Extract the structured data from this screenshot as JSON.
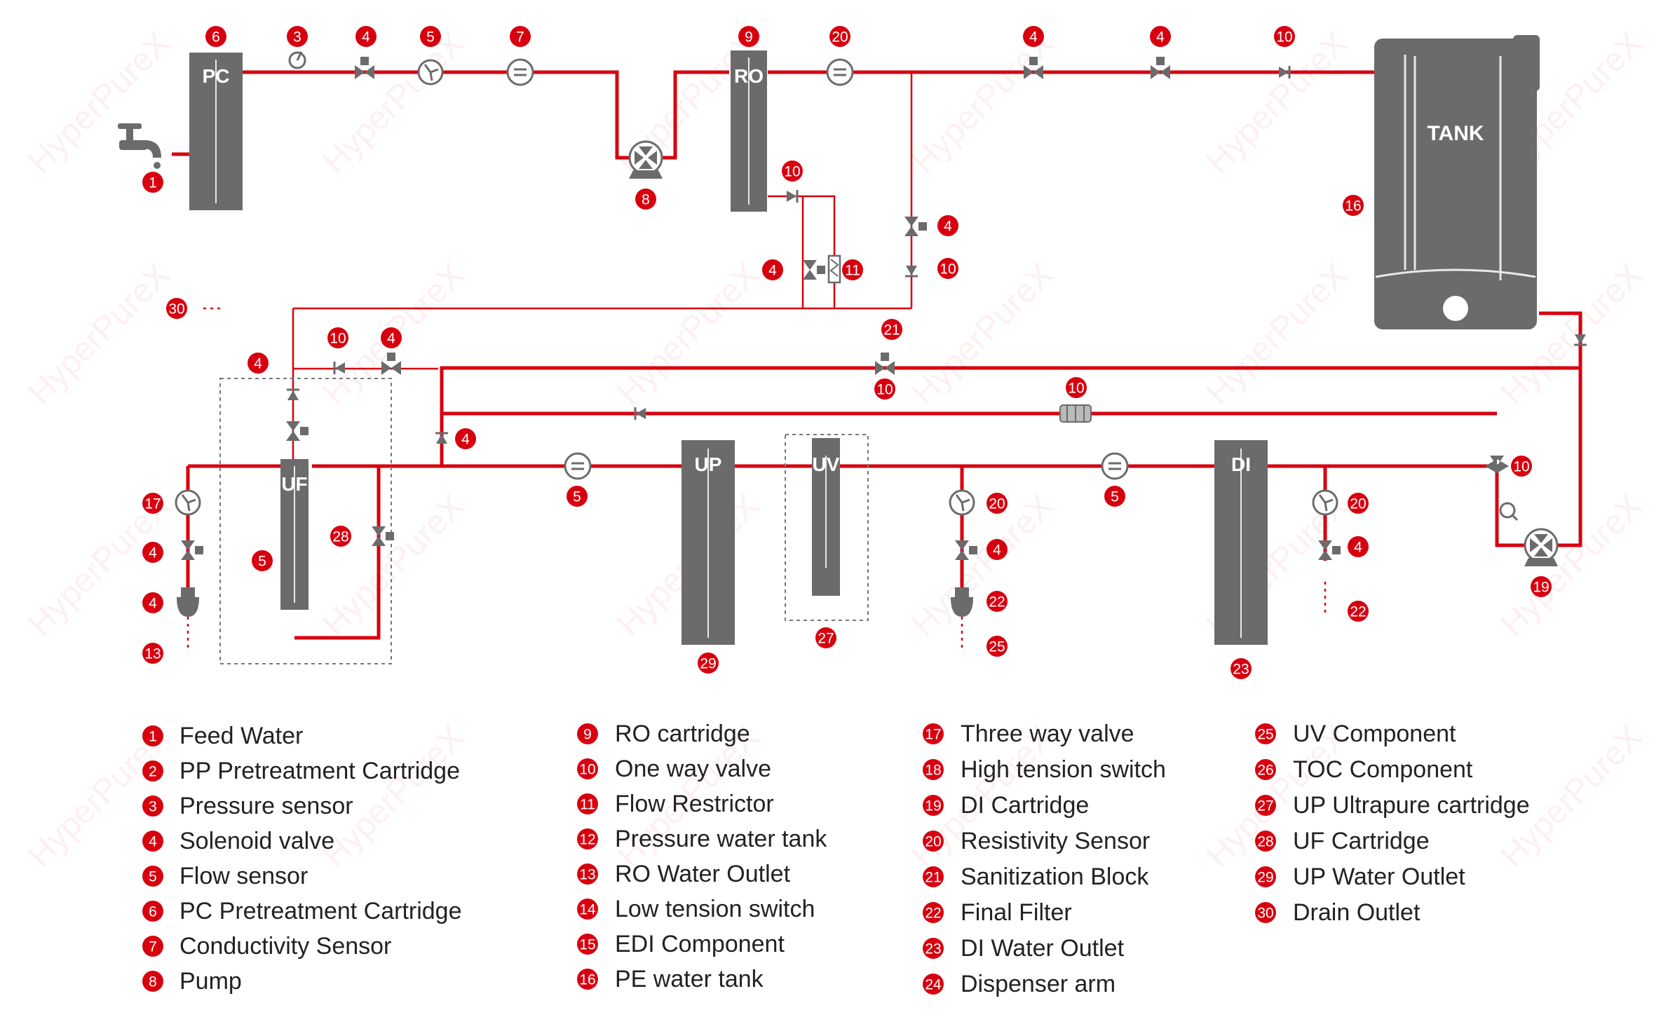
{
  "diagram": {
    "cartridges": {
      "pc": "PC",
      "ro": "RO",
      "uf": "UF",
      "up": "UP",
      "uv": "UV",
      "di": "DI"
    },
    "tank_label": "TANK",
    "watermark": "HyperPureX",
    "colors": {
      "pipe": "#d7000f",
      "component": "#6c6b6c",
      "badge": "#d7000f"
    },
    "badges": [
      "1",
      "6",
      "3",
      "4",
      "5",
      "7",
      "9",
      "20",
      "4",
      "4",
      "10",
      "8",
      "10",
      "4",
      "4",
      "11",
      "10",
      "16",
      "30",
      "10",
      "4",
      "10",
      "10",
      "4",
      "21",
      "4",
      "10",
      "17",
      "5",
      "20",
      "5",
      "20",
      "5",
      "4",
      "28",
      "4",
      "4",
      "4",
      "22",
      "22",
      "13",
      "29",
      "27",
      "25",
      "23",
      "19",
      "8"
    ]
  },
  "legend": [
    {
      "num": "1",
      "label": "Feed Water"
    },
    {
      "num": "2",
      "label": "PP Pretreatment Cartridge"
    },
    {
      "num": "3",
      "label": "Pressure sensor"
    },
    {
      "num": "4",
      "label": "Solenoid valve"
    },
    {
      "num": "5",
      "label": "Flow sensor"
    },
    {
      "num": "6",
      "label": "PC Pretreatment Cartridge"
    },
    {
      "num": "7",
      "label": "Conductivity Sensor"
    },
    {
      "num": "8",
      "label": "Pump"
    },
    {
      "num": "9",
      "label": "RO cartridge"
    },
    {
      "num": "10",
      "label": "One way valve"
    },
    {
      "num": "11",
      "label": "Flow Restrictor"
    },
    {
      "num": "12",
      "label": "Pressure water tank"
    },
    {
      "num": "13",
      "label": "RO Water Outlet"
    },
    {
      "num": "14",
      "label": "Low tension switch"
    },
    {
      "num": "15",
      "label": "EDI Component"
    },
    {
      "num": "16",
      "label": "PE water tank"
    },
    {
      "num": "17",
      "label": "Three way valve"
    },
    {
      "num": "18",
      "label": "High tension switch"
    },
    {
      "num": "19",
      "label": "DI Cartridge"
    },
    {
      "num": "20",
      "label": "Resistivity Sensor"
    },
    {
      "num": "21",
      "label": "Sanitization Block"
    },
    {
      "num": "22",
      "label": "Final Filter"
    },
    {
      "num": "23",
      "label": "DI Water Outlet"
    },
    {
      "num": "24",
      "label": "Dispenser arm"
    },
    {
      "num": "25",
      "label": "UV Component"
    },
    {
      "num": "26",
      "label": "TOC Component"
    },
    {
      "num": "27",
      "label": "UP Ultrapure cartridge"
    },
    {
      "num": "28",
      "label": "UF Cartridge"
    },
    {
      "num": "29",
      "label": "UP Water Outlet"
    },
    {
      "num": "30",
      "label": "Drain Outlet"
    }
  ]
}
